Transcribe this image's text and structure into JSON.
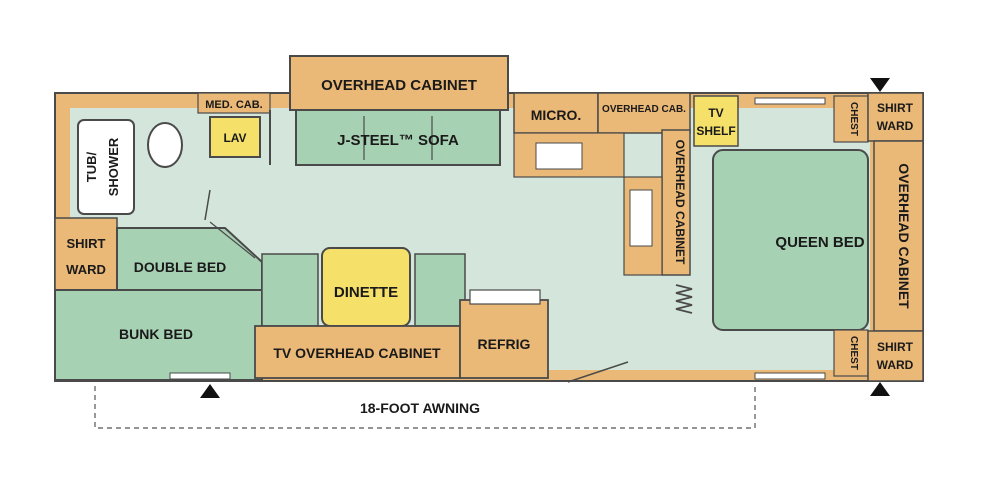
{
  "colors": {
    "floor": "#d4e6dc",
    "cabinet": "#eab877",
    "upholstery": "#a7d1b3",
    "accent_yellow": "#f5e06a",
    "outline": "#4a4a4a"
  },
  "labels": {
    "overhead_cabinet_top": "OVERHEAD CABINET",
    "sofa": "J-STEEL™ SOFA",
    "med_cab": "MED. CAB.",
    "lav": "LAV",
    "tub_shower": [
      "TUB/",
      "SHOWER"
    ],
    "micro": "MICRO.",
    "overhead_cab_small": "OVERHEAD CAB.",
    "tv_shelf": [
      "TV",
      "SHELF"
    ],
    "overhead_cabinet_vertical": "OVERHEAD CABINET",
    "queen_bed": "QUEEN BED",
    "overhead_cabinet_right": "OVERHEAD CABINET",
    "chest_top": "CHEST",
    "chest_bottom": "CHEST",
    "shirt_ward_top": [
      "SHIRT",
      "WARD"
    ],
    "shirt_ward_bottom": [
      "SHIRT",
      "WARD"
    ],
    "shirt_ward_left": [
      "SHIRT",
      "WARD"
    ],
    "double_bed": "DOUBLE BED",
    "bunk_bed": "BUNK BED",
    "dinette": "DINETTE",
    "tv_overhead_cabinet": "TV OVERHEAD CABINET",
    "refrig": "REFRIG",
    "awning": "18-FOOT AWNING"
  }
}
